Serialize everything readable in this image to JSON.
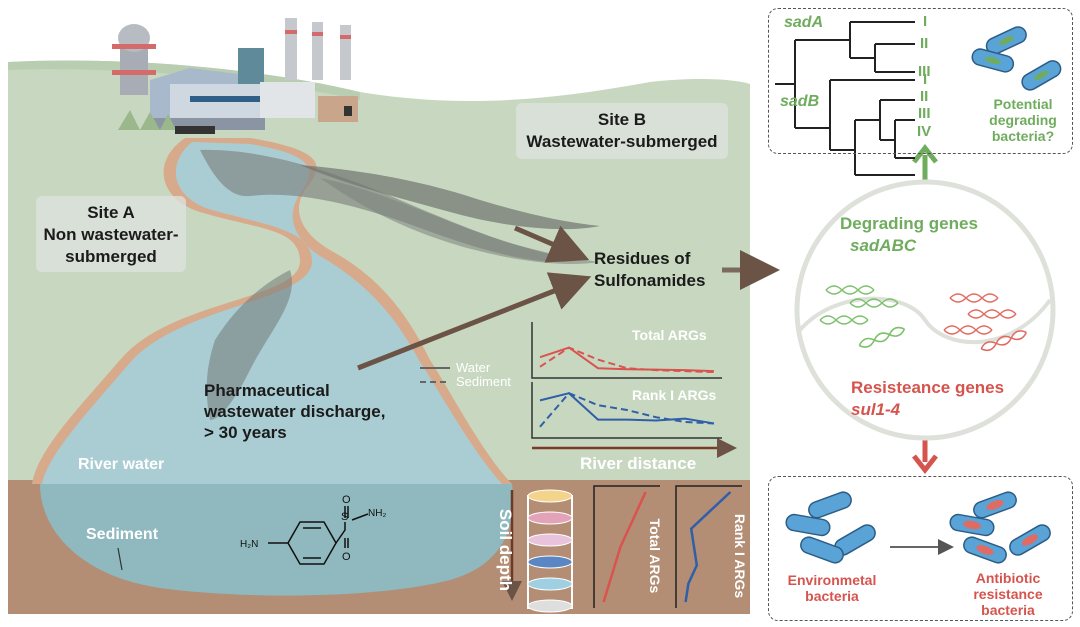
{
  "sites": {
    "site_a": [
      "Site A",
      "Non wastewater-",
      "submerged"
    ],
    "site_b": [
      "Site B",
      "Wastewater-submerged"
    ]
  },
  "labels": {
    "residues": [
      "Residues of",
      "Sulfonamides"
    ],
    "discharge": [
      "Pharmaceutical",
      "wastewater discharge,",
      "> 30 years"
    ],
    "river_water": "River water",
    "sediment": "Sediment",
    "river_distance": "River distance",
    "soil_depth": "Soil depth"
  },
  "molecule": {
    "h2n": "H₂N",
    "s": "S",
    "o": "O",
    "nh2": "NH₂"
  },
  "legend": {
    "water": "Water",
    "sediment": "Sediment"
  },
  "river_plots": [
    {
      "title": "Total ARGs",
      "color": "#d9534f",
      "water": [
        0.35,
        0.55,
        0.12,
        0.1,
        0.09,
        0.08,
        0.06
      ],
      "sediment": [
        0.15,
        0.55,
        0.3,
        0.12,
        0.08,
        0.06,
        0.04
      ]
    },
    {
      "title": "Rank I ARGs",
      "color": "#2f5fa8",
      "water": [
        0.7,
        0.85,
        0.3,
        0.3,
        0.28,
        0.32,
        0.22
      ],
      "sediment": [
        0.15,
        0.85,
        0.6,
        0.5,
        0.35,
        0.25,
        0.22
      ]
    }
  ],
  "depth_plots": [
    {
      "title": "Total ARGs",
      "color": "#d9534f",
      "values": [
        0.85,
        0.7,
        0.55,
        0.4,
        0.3,
        0.2,
        0.1
      ]
    },
    {
      "title": "Rank I ARGs",
      "color": "#2f5fa8",
      "values": [
        0.9,
        0.55,
        0.2,
        0.25,
        0.3,
        0.15,
        0.1
      ]
    }
  ],
  "genes_circle": {
    "degrading_title": "Degrading genes",
    "degrading_name": "sadABC",
    "resistance_title": "Resisteance genes",
    "resistance_name": "sul1-4"
  },
  "tree": {
    "sadA": "sadA",
    "sadB": "sadB",
    "sadA_clades": [
      "I",
      "II",
      "III"
    ],
    "sadB_clades": [
      "I",
      "II",
      "III",
      "IV"
    ],
    "caption": [
      "Potential",
      "degrading",
      "bacteria?"
    ]
  },
  "bottom_box": {
    "left": [
      "Environmetal",
      "bacteria"
    ],
    "right": [
      "Antibiotic",
      "resistance",
      "bacteria"
    ]
  },
  "colors": {
    "green_text": "#6fac5e",
    "red_text": "#d6544e",
    "land": "#c9d9c2",
    "water": "#a9cdd3",
    "soil": "#b38e74",
    "arrow": "#7a5d4e"
  }
}
